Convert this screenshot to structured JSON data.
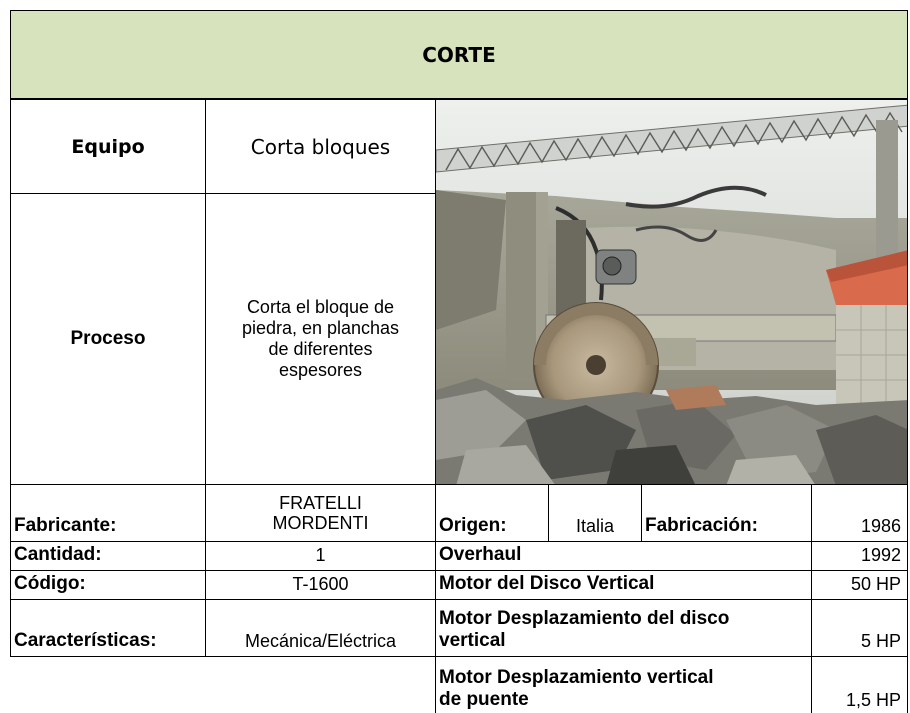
{
  "header": {
    "title": "CORTE"
  },
  "equipo": {
    "label": "Equipo",
    "value": "Corta bloques"
  },
  "proceso": {
    "label": "Proceso",
    "value": "Corta el bloque de piedra, en planchas de diferentes espesores",
    "lines": [
      "Corta el bloque de",
      "piedra, en planchas",
      "de diferentes",
      "espesores"
    ]
  },
  "photo": {
    "icon": "stone-block-cutting-machine-photo"
  },
  "left_rows": [
    {
      "label": "Fabricante:",
      "value_lines": [
        "FRATELLI",
        "MORDENTI"
      ]
    },
    {
      "label": "Cantidad:",
      "value": "1"
    },
    {
      "label": "Código:",
      "value": "T-1600"
    },
    {
      "label": "Características:",
      "value": "Mecánica/Eléctrica"
    }
  ],
  "right_rows": {
    "origen_label": "Origen:",
    "origen_value": "Italia",
    "fabricacion_label": "Fabricación:",
    "fabricacion_value": "1986",
    "overhaul_label": "Overhaul",
    "overhaul_value": "1992",
    "motor_disco_label": "Motor del Disco Vertical",
    "motor_disco_value": "50 HP",
    "motor_desp_disco_lines": [
      "Motor Desplazamiento del disco",
      "vertical"
    ],
    "motor_desp_disco_value": "5 HP",
    "motor_desp_puente_lines": [
      "Motor Desplazamiento vertical",
      "de puente"
    ],
    "motor_desp_puente_value": "1,5 HP"
  }
}
